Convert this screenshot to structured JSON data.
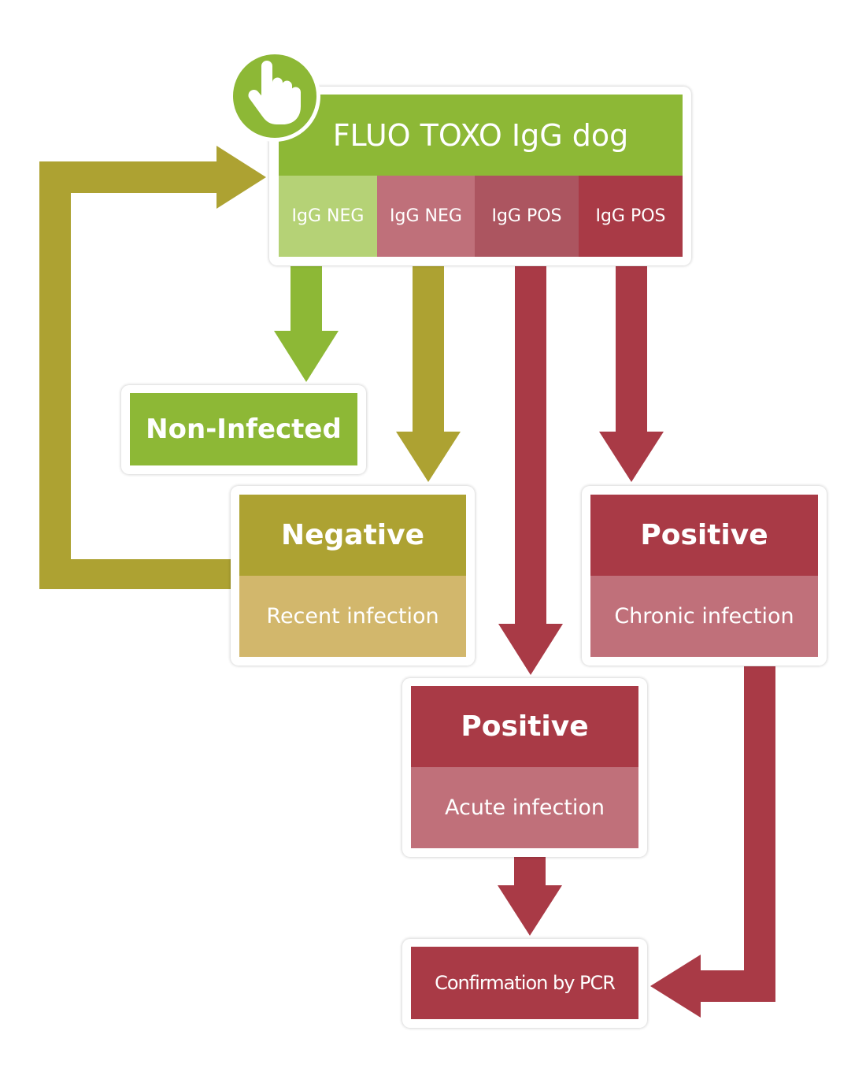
{
  "colors": {
    "green": "#8db836",
    "green_light": "#b5d276",
    "olive": "#ada232",
    "olive_light": "#d2b76c",
    "red": "#a93a46",
    "red_light": "#bf707a",
    "red_mid": "#ac5560",
    "pink": "#c0707a"
  },
  "test": {
    "title": "FLUO TOXO IgG dog",
    "results": [
      "IgG NEG",
      "IgG NEG",
      "IgG POS",
      "IgG POS"
    ],
    "icon": "pointing-hand-icon"
  },
  "non_infected": {
    "label": "Non-Infected"
  },
  "negative": {
    "title": "Negative",
    "subtitle": "Recent infection"
  },
  "positive_chronic": {
    "title": "Positive",
    "subtitle": "Chronic infection"
  },
  "positive_acute": {
    "title": "Positive",
    "subtitle": "Acute infection"
  },
  "confirmation": {
    "label": "Confirmation by PCR"
  }
}
